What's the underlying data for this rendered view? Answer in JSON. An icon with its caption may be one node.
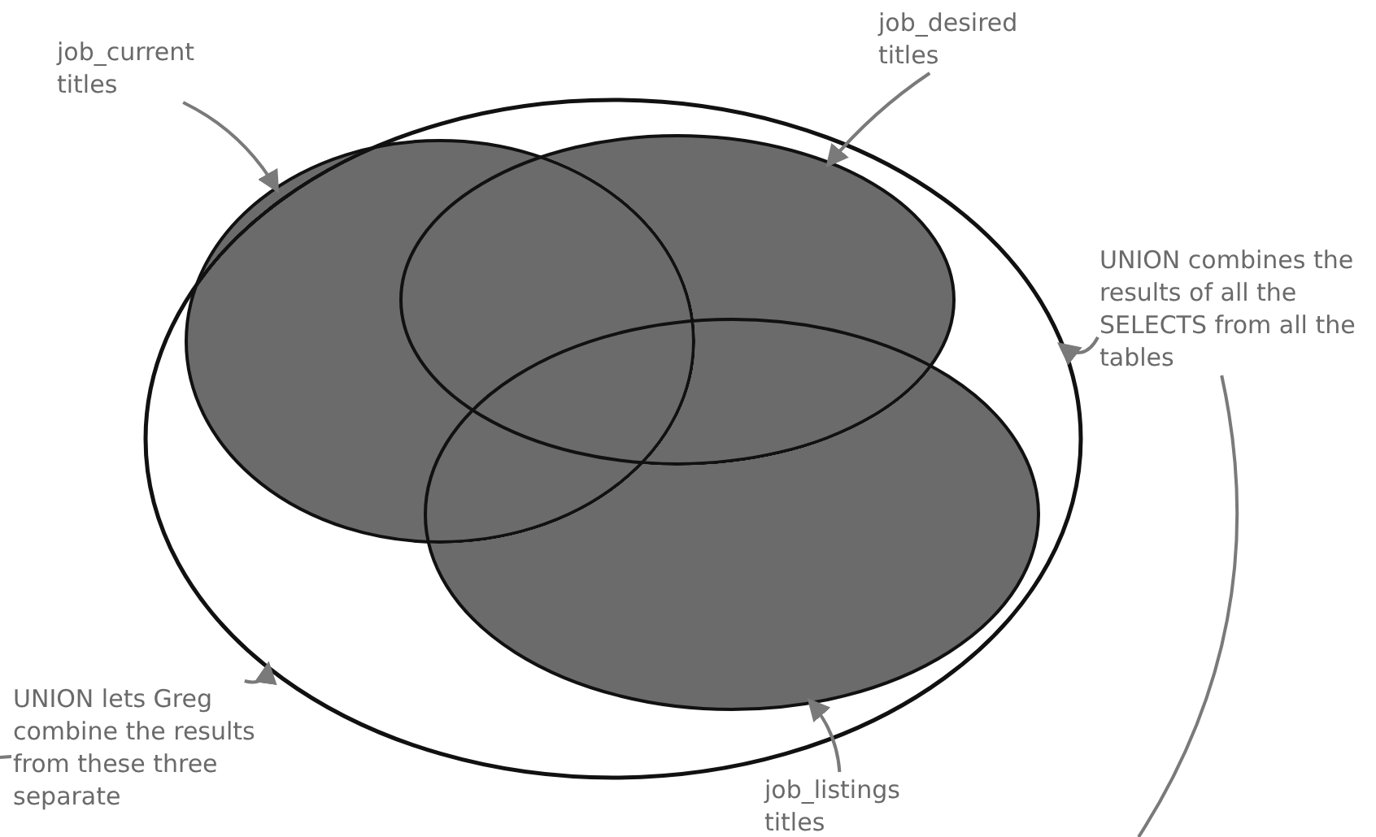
{
  "diagram": {
    "nodes": [
      {
        "text": [],
        "shape": "circle"
      },
      {
        "text": [],
        "shape": "circle",
        "in": 0
      },
      {
        "text": [],
        "shape": "circle",
        "in": 0
      },
      {
        "text": [],
        "shape": "circle",
        "in": 0
      },
      {
        "text": [
          "job_current titles"
        ]
      },
      {
        "text": [
          "job_desired titles"
        ]
      },
      {
        "text": [
          "job_listings titles"
        ]
      },
      {
        "text": [
          "UNION combines the results of all the SELECTS from all the tables"
        ]
      },
      {
        "text": [
          "UNION lets Greg combine the results from these three separate"
        ]
      }
    ],
    "edges": [
      {
        "from": 4,
        "to": 1,
        "arrow": "to"
      },
      {
        "from": 5,
        "to": 2,
        "arrow": "to"
      },
      {
        "from": 6,
        "to": 3,
        "arrow": "to"
      },
      {
        "from": 7,
        "to": 0,
        "arrow": "to"
      },
      {
        "from": 8,
        "to": 0,
        "arrow": "to"
      },
      {
        "from": 7,
        "to": null,
        "arrow": "none"
      },
      {
        "from": 8,
        "to": null,
        "arrow": "none"
      }
    ]
  }
}
